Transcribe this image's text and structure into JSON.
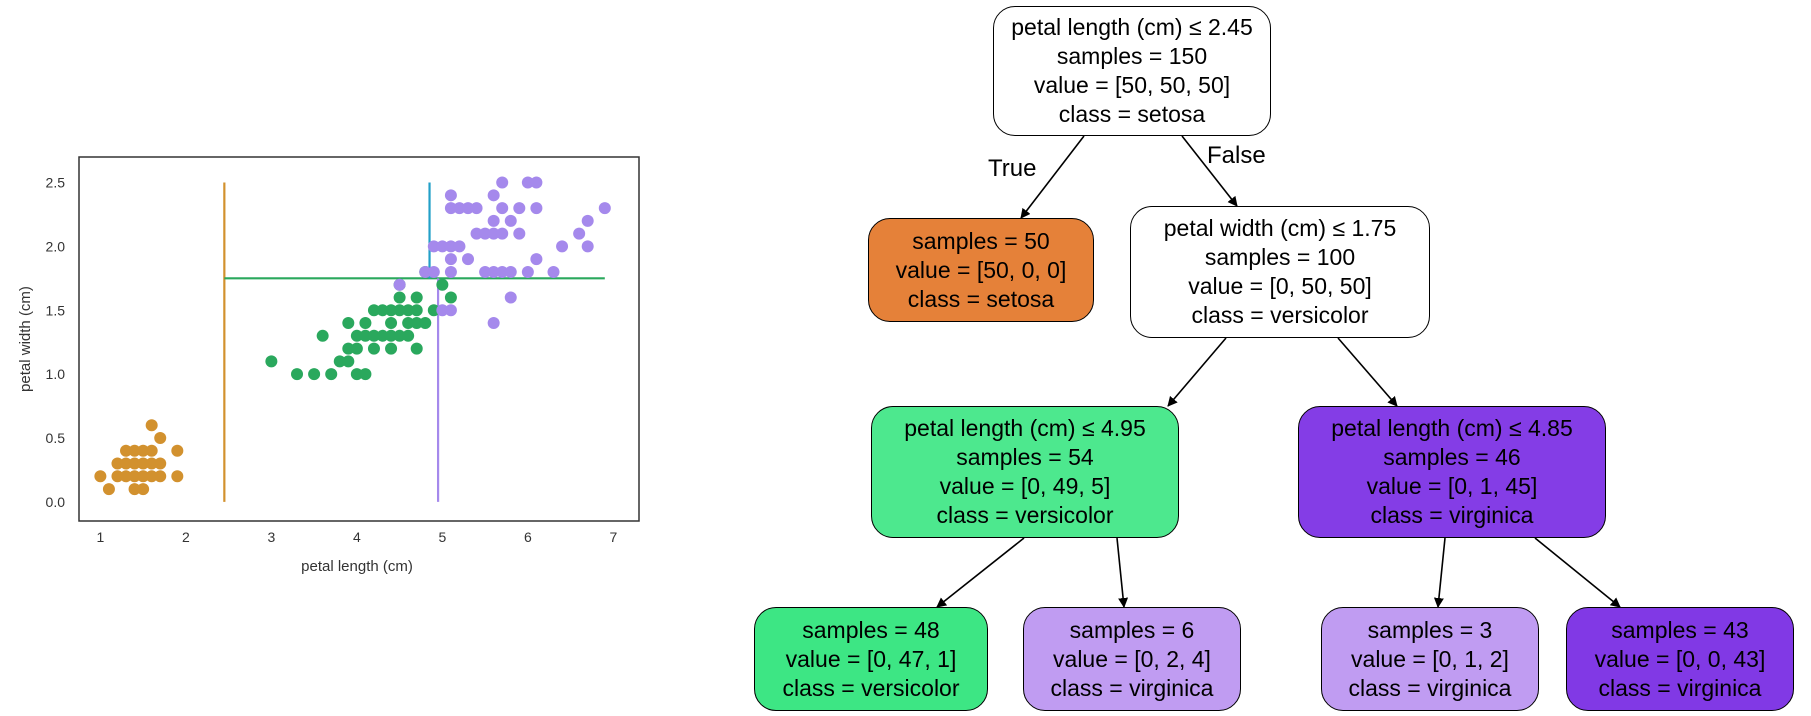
{
  "chart_data": [
    {
      "type": "scatter",
      "xlabel": "petal length (cm)",
      "ylabel": "petal width (cm)",
      "xlim": [
        0.75,
        7.3
      ],
      "ylim": [
        -0.15,
        2.7
      ],
      "xticks": [
        "1",
        "2",
        "3",
        "4",
        "5",
        "6",
        "7"
      ],
      "yticks": [
        "0.0",
        "0.5",
        "1.0",
        "1.5",
        "2.0",
        "2.5"
      ],
      "grid": false,
      "legend": "none",
      "series": [
        {
          "color": "#d2912e",
          "points": [
            [
              1.0,
              0.2
            ],
            [
              1.1,
              0.1
            ],
            [
              1.2,
              0.2
            ],
            [
              1.3,
              0.2
            ],
            [
              1.3,
              0.3
            ],
            [
              1.3,
              0.4
            ],
            [
              1.4,
              0.1
            ],
            [
              1.4,
              0.2
            ],
            [
              1.4,
              0.3
            ],
            [
              1.4,
              0.4
            ],
            [
              1.5,
              0.1
            ],
            [
              1.5,
              0.2
            ],
            [
              1.5,
              0.3
            ],
            [
              1.5,
              0.4
            ],
            [
              1.6,
              0.2
            ],
            [
              1.6,
              0.4
            ],
            [
              1.6,
              0.6
            ],
            [
              1.7,
              0.2
            ],
            [
              1.7,
              0.3
            ],
            [
              1.7,
              0.5
            ],
            [
              1.9,
              0.2
            ],
            [
              1.9,
              0.4
            ],
            [
              1.2,
              0.3
            ],
            [
              1.6,
              0.3
            ]
          ]
        },
        {
          "color": "#2aa85d",
          "points": [
            [
              3.0,
              1.1
            ],
            [
              3.3,
              1.0
            ],
            [
              3.5,
              1.0
            ],
            [
              3.6,
              1.3
            ],
            [
              3.7,
              1.0
            ],
            [
              3.8,
              1.1
            ],
            [
              3.9,
              1.1
            ],
            [
              3.9,
              1.2
            ],
            [
              3.9,
              1.4
            ],
            [
              4.0,
              1.0
            ],
            [
              4.0,
              1.2
            ],
            [
              4.0,
              1.3
            ],
            [
              4.1,
              1.0
            ],
            [
              4.1,
              1.3
            ],
            [
              4.2,
              1.2
            ],
            [
              4.2,
              1.3
            ],
            [
              4.2,
              1.5
            ],
            [
              4.3,
              1.3
            ],
            [
              4.4,
              1.2
            ],
            [
              4.4,
              1.3
            ],
            [
              4.4,
              1.4
            ],
            [
              4.5,
              1.3
            ],
            [
              4.5,
              1.5
            ],
            [
              4.5,
              1.7
            ],
            [
              4.6,
              1.3
            ],
            [
              4.6,
              1.4
            ],
            [
              4.6,
              1.5
            ],
            [
              4.7,
              1.2
            ],
            [
              4.7,
              1.4
            ],
            [
              4.7,
              1.5
            ],
            [
              4.7,
              1.6
            ],
            [
              4.8,
              1.4
            ],
            [
              4.8,
              1.8
            ],
            [
              4.9,
              1.5
            ],
            [
              5.0,
              1.7
            ],
            [
              5.1,
              1.6
            ],
            [
              4.5,
              1.6
            ],
            [
              4.4,
              1.5
            ],
            [
              4.3,
              1.5
            ],
            [
              4.1,
              1.4
            ]
          ]
        },
        {
          "color": "#a589ec",
          "points": [
            [
              4.5,
              1.7
            ],
            [
              4.8,
              1.8
            ],
            [
              4.9,
              1.8
            ],
            [
              4.9,
              2.0
            ],
            [
              5.0,
              1.5
            ],
            [
              5.0,
              2.0
            ],
            [
              5.1,
              1.5
            ],
            [
              5.1,
              1.8
            ],
            [
              5.1,
              1.9
            ],
            [
              5.1,
              2.0
            ],
            [
              5.1,
              2.3
            ],
            [
              5.1,
              2.4
            ],
            [
              5.2,
              2.0
            ],
            [
              5.2,
              2.3
            ],
            [
              5.3,
              1.9
            ],
            [
              5.3,
              2.3
            ],
            [
              5.4,
              2.1
            ],
            [
              5.4,
              2.3
            ],
            [
              5.5,
              1.8
            ],
            [
              5.5,
              2.1
            ],
            [
              5.6,
              1.4
            ],
            [
              5.6,
              1.8
            ],
            [
              5.6,
              2.1
            ],
            [
              5.6,
              2.2
            ],
            [
              5.6,
              2.4
            ],
            [
              5.7,
              1.8
            ],
            [
              5.7,
              2.1
            ],
            [
              5.7,
              2.3
            ],
            [
              5.7,
              2.5
            ],
            [
              5.8,
              1.6
            ],
            [
              5.8,
              1.8
            ],
            [
              5.8,
              2.2
            ],
            [
              5.9,
              2.1
            ],
            [
              5.9,
              2.3
            ],
            [
              6.0,
              1.8
            ],
            [
              6.0,
              2.5
            ],
            [
              6.1,
              1.9
            ],
            [
              6.1,
              2.3
            ],
            [
              6.1,
              2.5
            ],
            [
              6.3,
              1.8
            ],
            [
              6.4,
              2.0
            ],
            [
              6.6,
              2.1
            ],
            [
              6.7,
              2.0
            ],
            [
              6.7,
              2.2
            ],
            [
              6.9,
              2.3
            ]
          ]
        }
      ],
      "threshold_lines": [
        {
          "orientation": "vertical",
          "x": 2.45,
          "y_from": 0.0,
          "y_to": 2.5,
          "color": "#d2912e"
        },
        {
          "orientation": "horizontal",
          "y": 1.75,
          "x_from": 2.45,
          "x_to": 6.9,
          "color": "#2aa85d"
        },
        {
          "orientation": "vertical",
          "x": 4.85,
          "y_from": 1.75,
          "y_to": 2.5,
          "color": "#22a0c8"
        },
        {
          "orientation": "vertical",
          "x": 4.95,
          "y_from": 0.0,
          "y_to": 1.75,
          "color": "#a589ec"
        }
      ]
    },
    {
      "type": "tree",
      "edge_labels": {
        "true": "True",
        "false": "False"
      },
      "nodes": [
        {
          "id": "n0",
          "fill": "#ffffff",
          "lines": [
            "petal length (cm) ≤ 2.45",
            "samples = 150",
            "value = [50, 50, 50]",
            "class = setosa"
          ]
        },
        {
          "id": "n1",
          "fill": "#e58139",
          "lines": [
            "samples = 50",
            "value = [50, 0, 0]",
            "class = setosa"
          ]
        },
        {
          "id": "n2",
          "fill": "#ffffff",
          "lines": [
            "petal width (cm) ≤ 1.75",
            "samples = 100",
            "value = [0, 50, 50]",
            "class = versicolor"
          ]
        },
        {
          "id": "n3",
          "fill": "#4de88e",
          "lines": [
            "petal length (cm) ≤ 4.95",
            "samples = 54",
            "value = [0, 49, 5]",
            "class = versicolor"
          ]
        },
        {
          "id": "n4",
          "fill": "#843de6",
          "lines": [
            "petal length (cm) ≤ 4.85",
            "samples = 46",
            "value = [0, 1, 45]",
            "class = virginica"
          ]
        },
        {
          "id": "n5",
          "fill": "#3de684",
          "lines": [
            "samples = 48",
            "value = [0, 47, 1]",
            "class = versicolor"
          ]
        },
        {
          "id": "n6",
          "fill": "#c09cf2",
          "lines": [
            "samples = 6",
            "value = [0, 2, 4]",
            "class = virginica"
          ]
        },
        {
          "id": "n7",
          "fill": "#c09cf2",
          "lines": [
            "samples = 3",
            "value = [0, 1, 2]",
            "class = virginica"
          ]
        },
        {
          "id": "n8",
          "fill": "#8139e5",
          "lines": [
            "samples = 43",
            "value = [0, 0, 43]",
            "class = virginica"
          ]
        }
      ],
      "edges": [
        {
          "from": "n0",
          "to": "n1"
        },
        {
          "from": "n0",
          "to": "n2"
        },
        {
          "from": "n2",
          "to": "n3"
        },
        {
          "from": "n2",
          "to": "n4"
        },
        {
          "from": "n3",
          "to": "n5"
        },
        {
          "from": "n3",
          "to": "n6"
        },
        {
          "from": "n4",
          "to": "n7"
        },
        {
          "from": "n4",
          "to": "n8"
        }
      ]
    }
  ]
}
